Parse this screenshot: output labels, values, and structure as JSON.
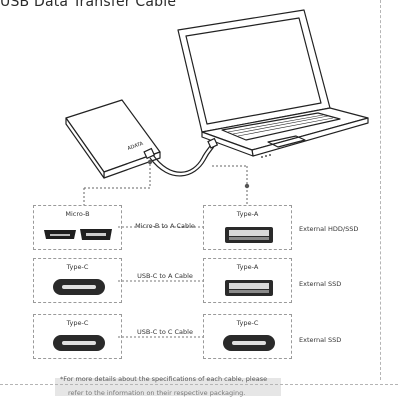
{
  "title": "USB Data Transfer Cable",
  "left_connectors": [
    {
      "label": "Micro-B"
    },
    {
      "label": "Type-C"
    },
    {
      "label": "Type-C"
    }
  ],
  "cables": [
    {
      "label": "Micro-B to A Cable"
    },
    {
      "label": "USB-C to A Cable"
    },
    {
      "label": "USB-C to C Cable"
    }
  ],
  "right_connectors": [
    {
      "label": "Type-A"
    },
    {
      "label": "Type-A"
    },
    {
      "label": "Type-C"
    }
  ],
  "devices": [
    {
      "label": "External HDD/SSD"
    },
    {
      "label": "External SSD"
    },
    {
      "label": "External SSD"
    }
  ],
  "drive_brand": "ADATA",
  "note": {
    "line1": "*For more details about the specifications of each cable, please",
    "line2": "refer to the information on their respective packaging."
  }
}
